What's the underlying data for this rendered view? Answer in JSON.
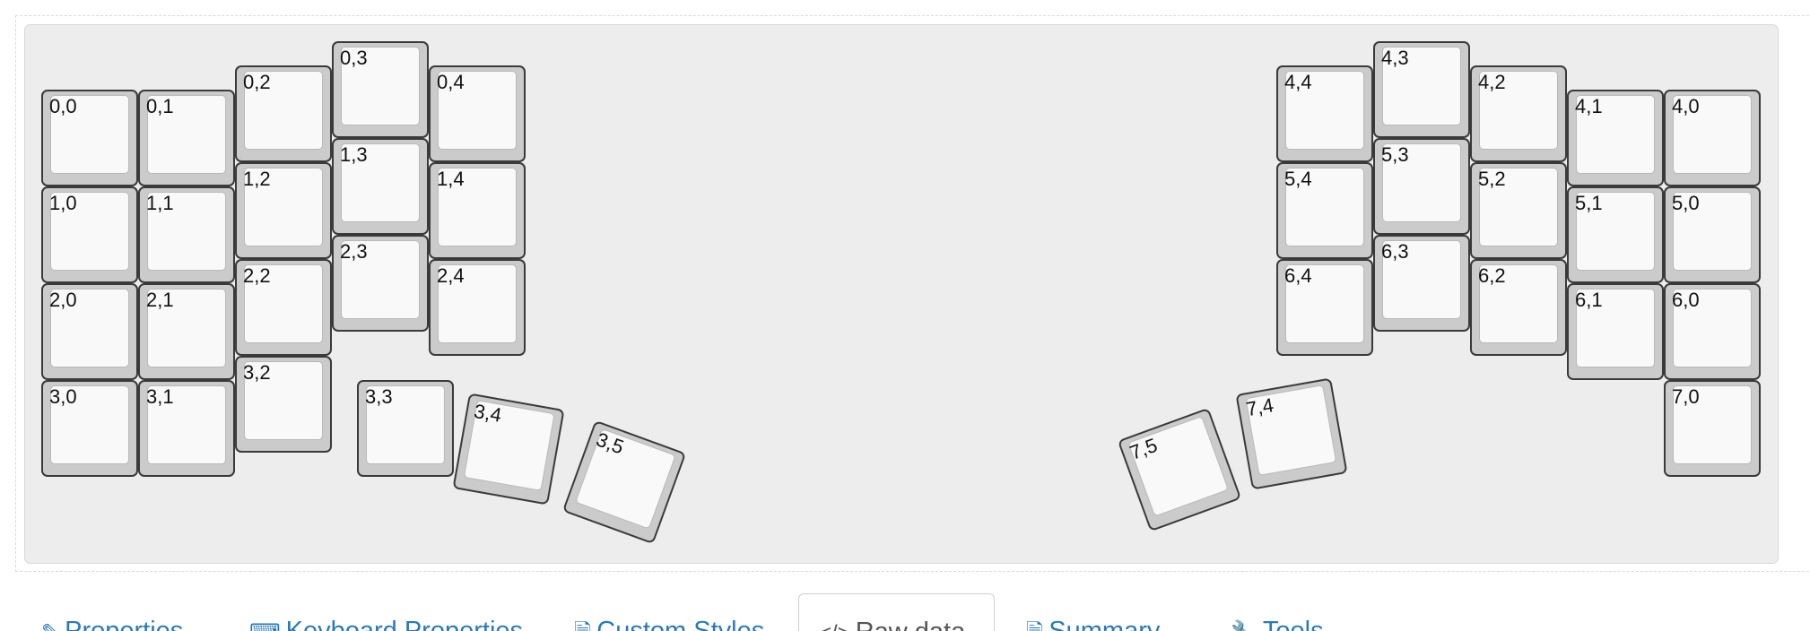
{
  "keyboard": {
    "keys": [
      {
        "label": "0,0"
      },
      {
        "label": "0,1"
      },
      {
        "label": "0,2"
      },
      {
        "label": "0,3"
      },
      {
        "label": "0,4"
      },
      {
        "label": "1,0"
      },
      {
        "label": "1,1"
      },
      {
        "label": "1,2"
      },
      {
        "label": "1,3"
      },
      {
        "label": "1,4"
      },
      {
        "label": "2,0"
      },
      {
        "label": "2,1"
      },
      {
        "label": "2,2"
      },
      {
        "label": "2,3"
      },
      {
        "label": "2,4"
      },
      {
        "label": "3,0"
      },
      {
        "label": "3,1"
      },
      {
        "label": "3,2"
      },
      {
        "label": "3,3"
      },
      {
        "label": "3,4"
      },
      {
        "label": "3,5"
      },
      {
        "label": "4,4"
      },
      {
        "label": "4,3"
      },
      {
        "label": "4,2"
      },
      {
        "label": "4,1"
      },
      {
        "label": "4,0"
      },
      {
        "label": "5,4"
      },
      {
        "label": "5,3"
      },
      {
        "label": "5,2"
      },
      {
        "label": "5,1"
      },
      {
        "label": "5,0"
      },
      {
        "label": "6,4"
      },
      {
        "label": "6,3"
      },
      {
        "label": "6,2"
      },
      {
        "label": "6,1"
      },
      {
        "label": "6,0"
      },
      {
        "label": "7,0"
      },
      {
        "label": "7,4"
      },
      {
        "label": "7,5"
      }
    ]
  },
  "tabs": [
    {
      "label": "Properties",
      "icon": "edit-icon",
      "active": false
    },
    {
      "label": "Keyboard Properties",
      "icon": "keyboard-icon",
      "active": false
    },
    {
      "label": "Custom Styles",
      "icon": "file-icon",
      "active": false
    },
    {
      "label": "Raw data",
      "icon": "code-icon",
      "active": true
    },
    {
      "label": "Summary",
      "icon": "file-icon",
      "active": false
    },
    {
      "label": "Tools",
      "icon": "wrench-icon",
      "active": false
    }
  ],
  "colors": {
    "key_border": "#3a3a3a",
    "key_side": "#cbcbcb",
    "key_top": "#f9f9f9",
    "panel_bg": "#ededed",
    "tab_link": "#2a7ab8"
  }
}
